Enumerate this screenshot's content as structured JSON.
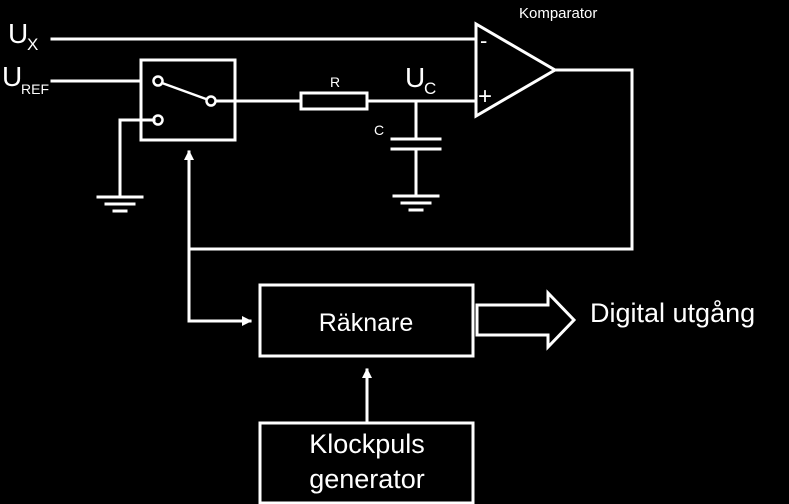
{
  "labels": {
    "ux": "U",
    "ux_sub": "X",
    "uref": "U",
    "uref_sub": "REF",
    "uc": "U",
    "uc_sub": "C",
    "resistor": "R",
    "capacitor": "C",
    "comparator": "Komparator",
    "minus": "-",
    "plus": "+",
    "counter": "Räknare",
    "output": "Digital utgång",
    "clock_line1": "Klockpuls",
    "clock_line2": "generator"
  },
  "colors": {
    "background": "#000000",
    "foreground": "#ffffff"
  }
}
